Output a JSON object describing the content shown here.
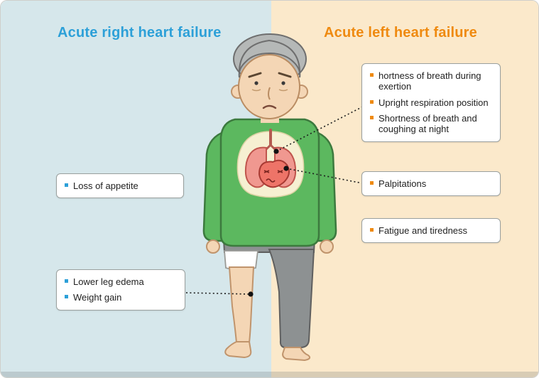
{
  "header": {
    "left_title": "Acute right heart failure",
    "right_title": "Acute left heart failure"
  },
  "colors": {
    "left_bg": "#d6e7eb",
    "right_bg": "#fbe9cb",
    "left_accent": "#2da0d8",
    "right_accent": "#ef8a10"
  },
  "left_callouts": {
    "appetite": {
      "items": [
        "Loss of appetite"
      ]
    },
    "leg": {
      "items": [
        "Lower leg edema",
        "Weight gain"
      ]
    }
  },
  "right_callouts": {
    "breath": {
      "items": [
        "hortness of breath during exertion",
        "Upright respiration position",
        "Shortness of breath and coughing at night"
      ]
    },
    "palpitations": {
      "items": [
        "Palpitations"
      ]
    },
    "fatigue": {
      "items": [
        "Fatigue and tiredness"
      ]
    }
  },
  "illustration": {
    "figure": "elderly-person",
    "organs": [
      "lungs",
      "heart"
    ],
    "highlighted_body_parts": [
      "chest",
      "lower-leg"
    ]
  }
}
